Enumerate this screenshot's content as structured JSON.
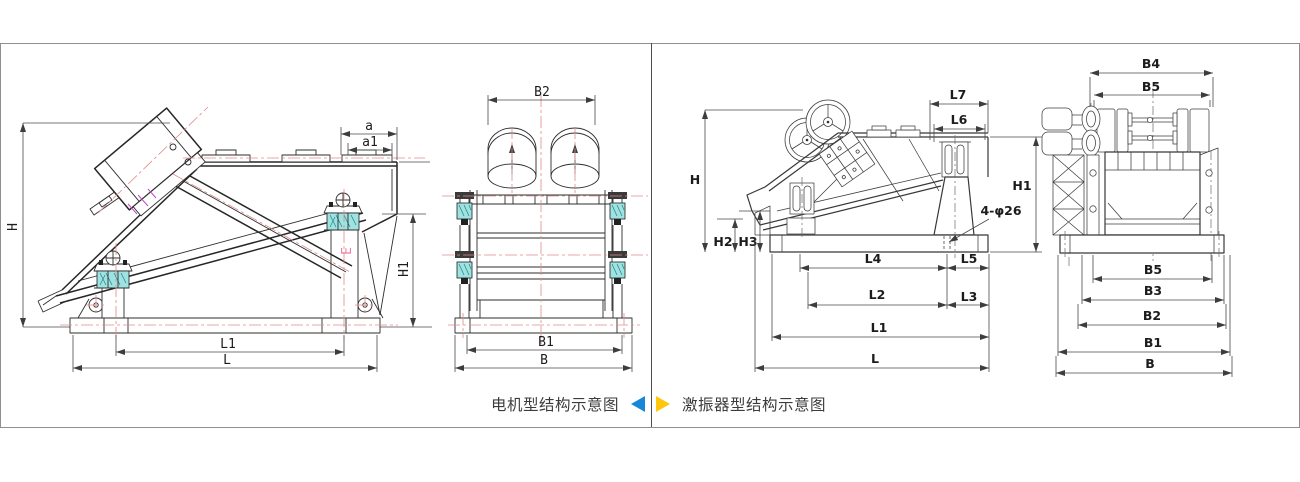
{
  "panels": {
    "motor": {
      "caption": "电机型结构示意图",
      "nav": {
        "icon": "blue-left-triangle",
        "color": "#1687d9"
      },
      "side_view": {
        "dims": {
          "H": "H",
          "a": "a",
          "a1": "a1",
          "E": "E",
          "H1": "H1",
          "L1": "L1",
          "L": "L"
        }
      },
      "front_view": {
        "dims": {
          "B2": "B2",
          "B1": "B1",
          "B": "B"
        }
      }
    },
    "exciter": {
      "caption": "激振器型结构示意图",
      "nav": {
        "icon": "yellow-right-triangle",
        "color": "#ffc60b"
      },
      "side_view": {
        "dims": {
          "H": "H",
          "H1": "H1",
          "H2": "H2",
          "H3": "H3",
          "L7": "L7",
          "L6": "L6",
          "bolt_holes": "4-φ26",
          "L4": "L4",
          "L5": "L5",
          "L2": "L2",
          "L3": "L3",
          "L1": "L1",
          "L": "L"
        }
      },
      "front_view": {
        "dims": {
          "B4": "B4",
          "B5_top": "B5",
          "B5_bottom": "B5",
          "B3": "B3",
          "B2": "B2",
          "B1": "B1",
          "B": "B"
        }
      }
    }
  },
  "colors": {
    "spring": "#9ee2e2",
    "centerline_pink": "#e08a8a",
    "drawing_line": "#2e2e2e",
    "nav_blue": "#1687d9",
    "nav_yellow": "#ffc60b",
    "frame_border": "#8f8f8f"
  }
}
